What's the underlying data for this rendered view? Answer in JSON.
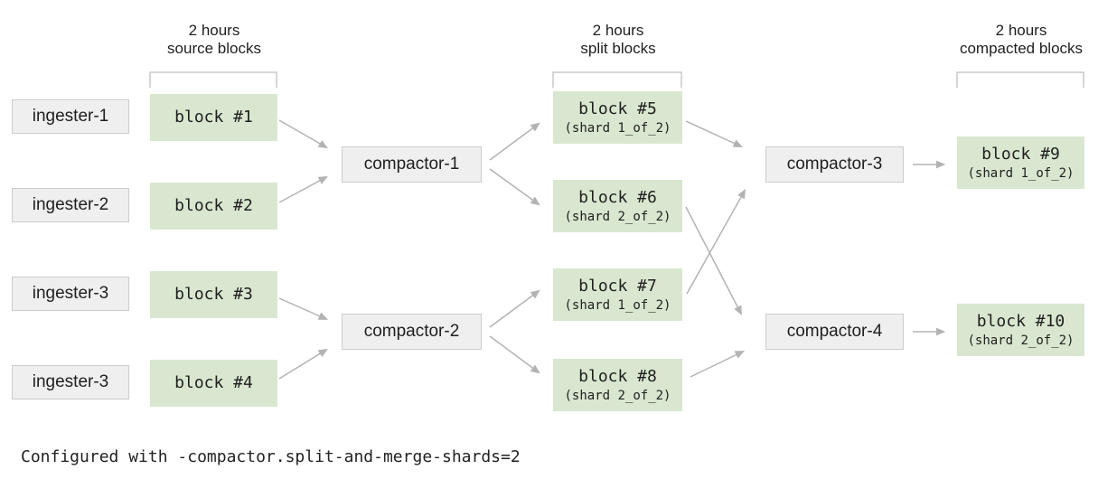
{
  "diagram": {
    "column_headers": [
      {
        "duration": "2 hours",
        "label": "source blocks"
      },
      {
        "duration": "2 hours",
        "label": "split blocks"
      },
      {
        "duration": "2 hours",
        "label": "compacted blocks"
      }
    ],
    "ingesters": [
      {
        "label": "ingester-1"
      },
      {
        "label": "ingester-2"
      },
      {
        "label": "ingester-3"
      },
      {
        "label": "ingester-3"
      }
    ],
    "source_blocks": [
      {
        "label": "block #1"
      },
      {
        "label": "block #2"
      },
      {
        "label": "block #3"
      },
      {
        "label": "block #4"
      }
    ],
    "first_level_compactors": [
      {
        "label": "compactor-1"
      },
      {
        "label": "compactor-2"
      }
    ],
    "split_blocks": [
      {
        "label": "block #5",
        "shard": "(shard 1_of_2)"
      },
      {
        "label": "block #6",
        "shard": "(shard 2_of_2)"
      },
      {
        "label": "block #7",
        "shard": "(shard 1_of_2)"
      },
      {
        "label": "block #8",
        "shard": "(shard 2_of_2)"
      }
    ],
    "second_level_compactors": [
      {
        "label": "compactor-3"
      },
      {
        "label": "compactor-4"
      }
    ],
    "compacted_blocks": [
      {
        "label": "block #9",
        "shard": "(shard 1_of_2)"
      },
      {
        "label": "block #10",
        "shard": "(shard 2_of_2)"
      }
    ],
    "caption": "Configured with -compactor.split-and-merge-shards=2",
    "colors": {
      "block_green": "#d9e7d0",
      "node_fill": "#efefef",
      "node_border": "#cccccc",
      "arrow": "#b3b3b3",
      "bracket": "#c9c9c9",
      "text": "#1f1f1f"
    }
  }
}
